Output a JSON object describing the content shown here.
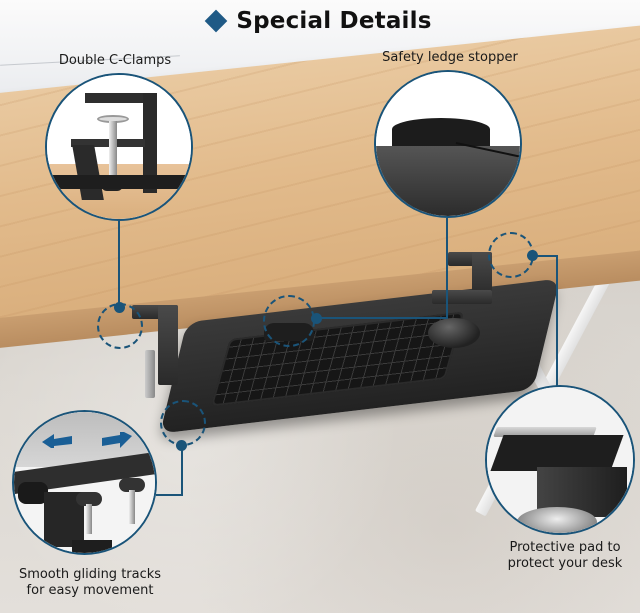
{
  "header": {
    "title": "Special Details",
    "bullet_icon": "diamond-icon"
  },
  "colors": {
    "accent": "#1a5479",
    "diamond": "#1f5a86",
    "text": "#1a1a1a"
  },
  "features": [
    {
      "id": "clamps",
      "label": "Double C-Clamps",
      "icon": "c-clamp-icon"
    },
    {
      "id": "stopper",
      "label": "Safety ledge stopper",
      "icon": "ledge-stopper-icon"
    },
    {
      "id": "tracks",
      "label_line1": "Smooth gliding tracks",
      "label_line2": "for easy movement",
      "icon": "double-arrow-icon"
    },
    {
      "id": "pad",
      "label_line1": "Protective pad to",
      "label_line2": "protect your desk",
      "icon": "protective-pad-icon"
    }
  ]
}
